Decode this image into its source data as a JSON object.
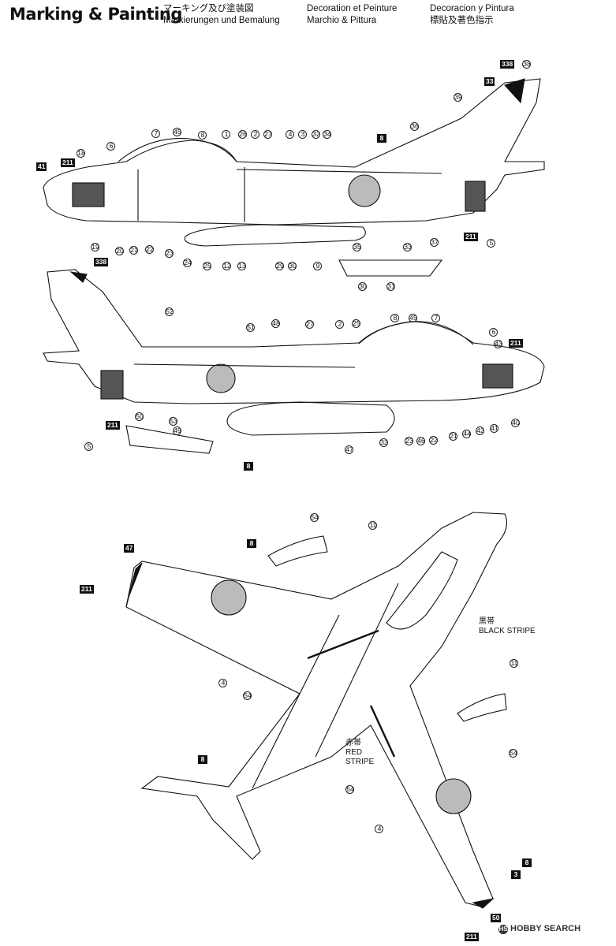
{
  "header": {
    "title": "Marking & Painting",
    "col1": [
      "マーキング及び塗装図",
      "Markierungen und Bemalung"
    ],
    "col2": [
      "Decoration et Peinture",
      "Marchio & Pittura"
    ],
    "col3": [
      "Decoracion y Pintura",
      "標貼及著色指示"
    ]
  },
  "watermark": "HOBBY SEARCH",
  "stripes": {
    "black_jp": "黒帯",
    "black_en": "BLACK STRIPE",
    "red_jp": "赤帯",
    "red_en1": "RED",
    "red_en2": "STRIPE"
  },
  "top_view_callouts": [
    "338",
    "33",
    "38",
    "39",
    "36",
    "8",
    "7",
    "45",
    "8",
    "1",
    "26",
    "2",
    "27",
    "4",
    "3",
    "32",
    "34",
    "6",
    "18",
    "41",
    "211",
    "211",
    "5",
    "37",
    "19",
    "20",
    "21",
    "22",
    "23",
    "24",
    "25",
    "12",
    "13",
    "29",
    "30",
    "9",
    "35",
    "33",
    "30",
    "31"
  ],
  "side2_callouts": [
    "338",
    "52",
    "51",
    "48",
    "27",
    "2",
    "25",
    "8",
    "45",
    "7",
    "6",
    "43",
    "211",
    "5",
    "211",
    "50",
    "53",
    "49",
    "47",
    "32",
    "23",
    "46",
    "22",
    "21",
    "44",
    "42",
    "41",
    "40",
    "8"
  ],
  "plan_callouts": [
    "54",
    "11",
    "47",
    "8",
    "211",
    "4",
    "54",
    "11",
    "54",
    "8",
    "54",
    "4",
    "8",
    "3",
    "50",
    "211"
  ]
}
